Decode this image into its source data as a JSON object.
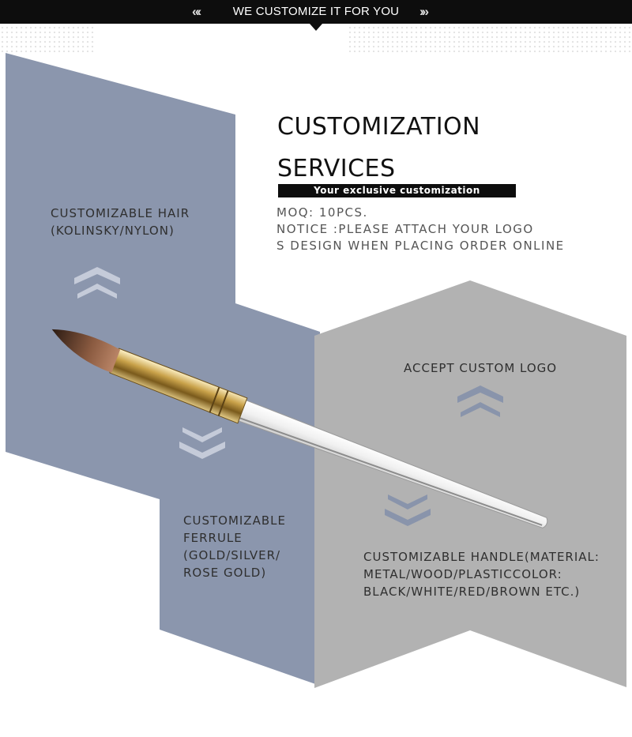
{
  "banner": {
    "title": "WE CUSTOMIZE IT FOR YOU",
    "left_chevrons": "«‹",
    "right_chevrons": "›»"
  },
  "heading": {
    "line1": "CUSTOMIZATION",
    "line2": "SERVICES",
    "badge": "Your exclusive customization"
  },
  "notice": {
    "moq": "MOQ: 10PCS.",
    "line1": "NOTICE :PLEASE ATTACH YOUR LOGO",
    "line2": "S DESIGN WHEN PLACING ORDER ONLINE"
  },
  "features": {
    "hair": {
      "line1": "CUSTOMIZABLE HAIR",
      "line2": "(KOLINSKY/NYLON)"
    },
    "logo": {
      "line1": "ACCEPT CUSTOM LOGO"
    },
    "ferrule": {
      "line1": "CUSTOMIZABLE",
      "line2": "FERRULE",
      "line3": "(GOLD/SILVER/",
      "line4": "ROSE GOLD)"
    },
    "handle": {
      "line1": "CUSTOMIZABLE HANDLE(MATERIAL:",
      "line2": "METAL/WOOD/PLASTICCOLOR:",
      "line3": "BLACK/WHITE/RED/BROWN ETC.)"
    }
  },
  "icons": {
    "up_chevron": "double-chevron-up-icon",
    "down_chevron": "double-chevron-down-icon"
  },
  "colors": {
    "slate_panel": "#8b96ad",
    "gray_panel": "#b2b2b2",
    "chevron_on_slate": "#c5cbd9",
    "chevron_on_gray": "#8994ab",
    "banner": "#0d0d0d"
  }
}
